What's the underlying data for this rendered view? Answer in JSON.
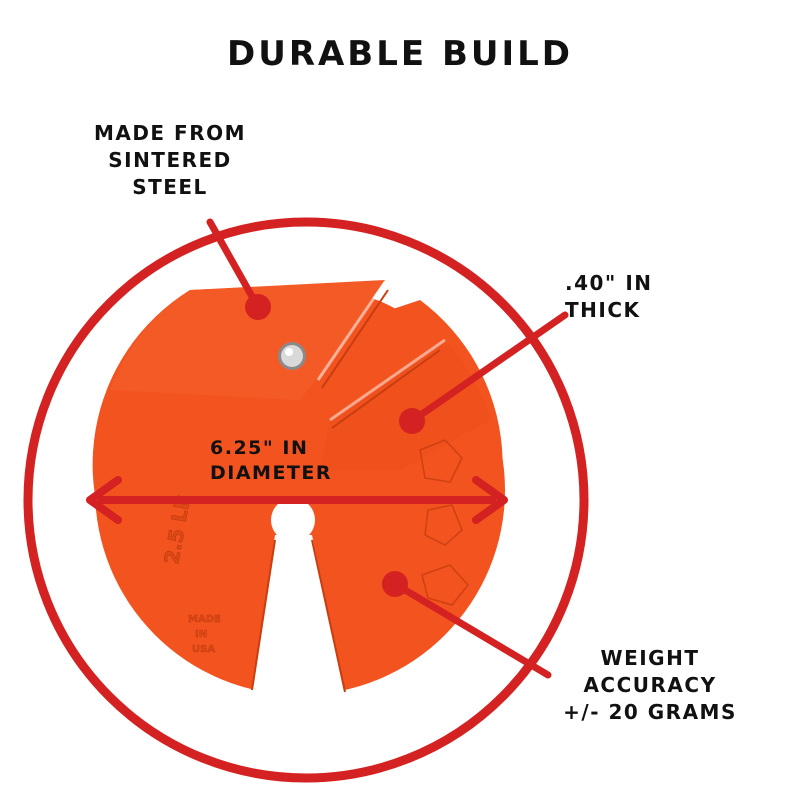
{
  "title": "DURABLE BUILD",
  "callouts": {
    "material": [
      "MADE FROM",
      "SINTERED",
      "STEEL"
    ],
    "thickness": [
      ".40\" IN",
      "THICK"
    ],
    "diameter": [
      "6.25\" IN",
      "DIAMETER"
    ],
    "accuracy": [
      "WEIGHT",
      "ACCURACY",
      "+/- 20 GRAMS"
    ]
  },
  "plate": {
    "weight_mark": "2.5 LB",
    "origin_mark": [
      "MADE",
      "IN",
      "USA"
    ],
    "color": "#f2531f",
    "shadow_color": "#c93d10"
  },
  "colors": {
    "accent": "#d42121",
    "text": "#111111"
  }
}
